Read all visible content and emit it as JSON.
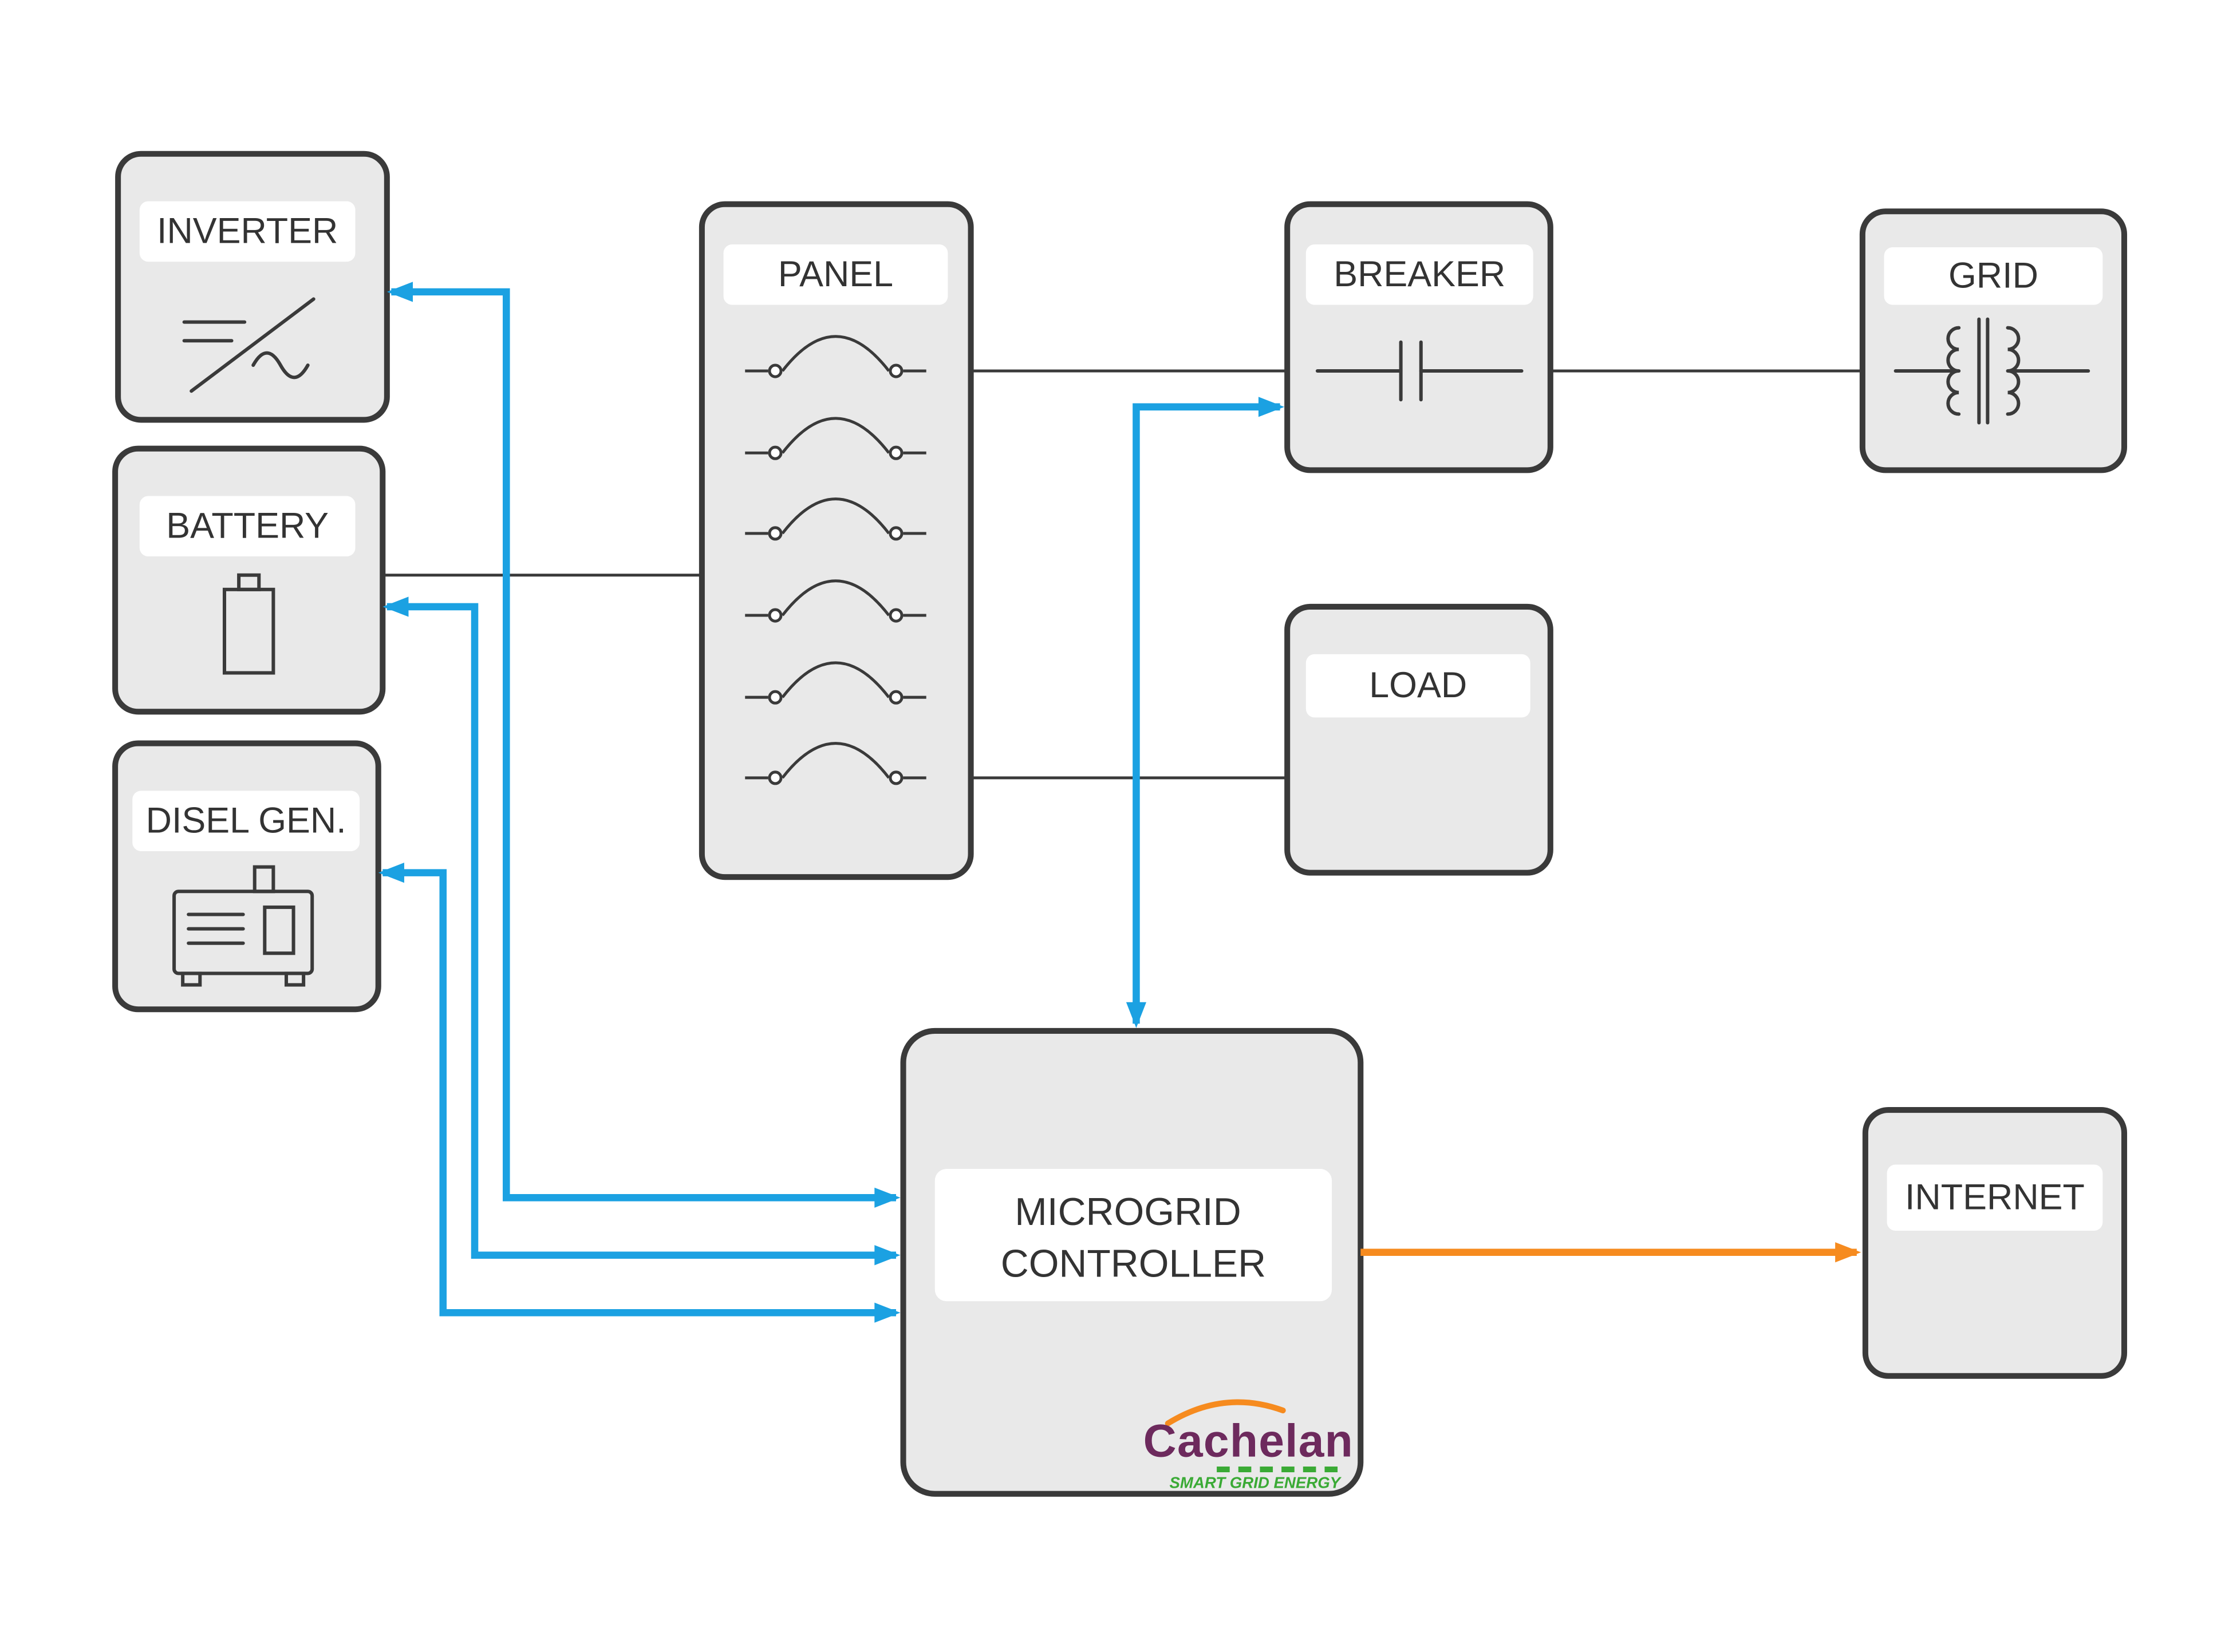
{
  "colors": {
    "accent_blue": "#1ba1e2",
    "accent_orange": "#f68b1f",
    "box_fill": "#e9e9e9",
    "box_border": "#3a3a3a",
    "wire": "#3a3a3a",
    "logo_purple": "#6d2a5d",
    "logo_green": "#3aaa35"
  },
  "nodes": {
    "inverter": {
      "label": "INVERTER"
    },
    "battery": {
      "label": "BATTERY"
    },
    "diesel_gen": {
      "label": "DISEL GEN."
    },
    "panel": {
      "label": "PANEL"
    },
    "breaker": {
      "label": "BREAKER"
    },
    "grid": {
      "label": "GRID"
    },
    "load": {
      "label": "LOAD"
    },
    "microgrid_controller": {
      "line1": "MICROGRID",
      "line2": "CONTROLLER"
    },
    "internet": {
      "label": "INTERNET"
    }
  },
  "logo": {
    "name": "Cachelan",
    "tagline": "SMART GRID ENERGY"
  }
}
